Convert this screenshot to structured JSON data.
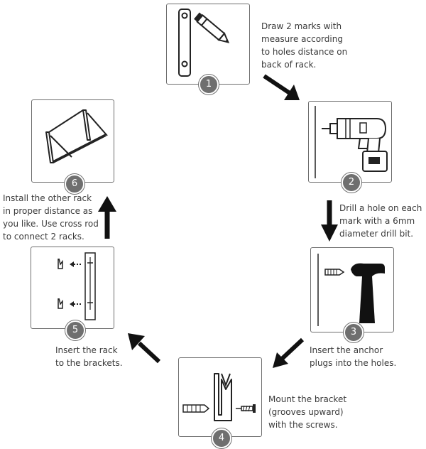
{
  "steps": [
    {
      "number": "1",
      "caption": "Draw 2 marks with\nmeasure according\nto holes distance on\nback of rack."
    },
    {
      "number": "2",
      "caption": "Drill a hole on each\nmark with a 6mm\ndiameter drill bit."
    },
    {
      "number": "3",
      "caption": "Insert the anchor\nplugs into the holes."
    },
    {
      "number": "4",
      "caption": "Mount the bracket\n(grooves upward)\nwith the screws."
    },
    {
      "number": "5",
      "caption": "Insert the rack\nto the brackets."
    },
    {
      "number": "6",
      "caption": "Install the other rack\nin proper distance as\nyou like. Use cross rod\nto connect 2 racks."
    }
  ],
  "icons": {
    "step1": [
      "rack-bar-icon",
      "pencil-icon"
    ],
    "step2": [
      "power-drill-icon"
    ],
    "step3": [
      "wall-line-icon",
      "anchor-plug-icon",
      "hammer-icon"
    ],
    "step4": [
      "anchor-plug-icon",
      "bracket-icon",
      "screw-icon"
    ],
    "step5": [
      "bracket-icon",
      "rack-bar-icon"
    ],
    "step6": [
      "folding-rack-icon"
    ]
  },
  "colors": {
    "outline": "#6e6e6e",
    "badge": "#6f6f6f",
    "arrow": "#111111",
    "text": "#3a3a3a"
  }
}
